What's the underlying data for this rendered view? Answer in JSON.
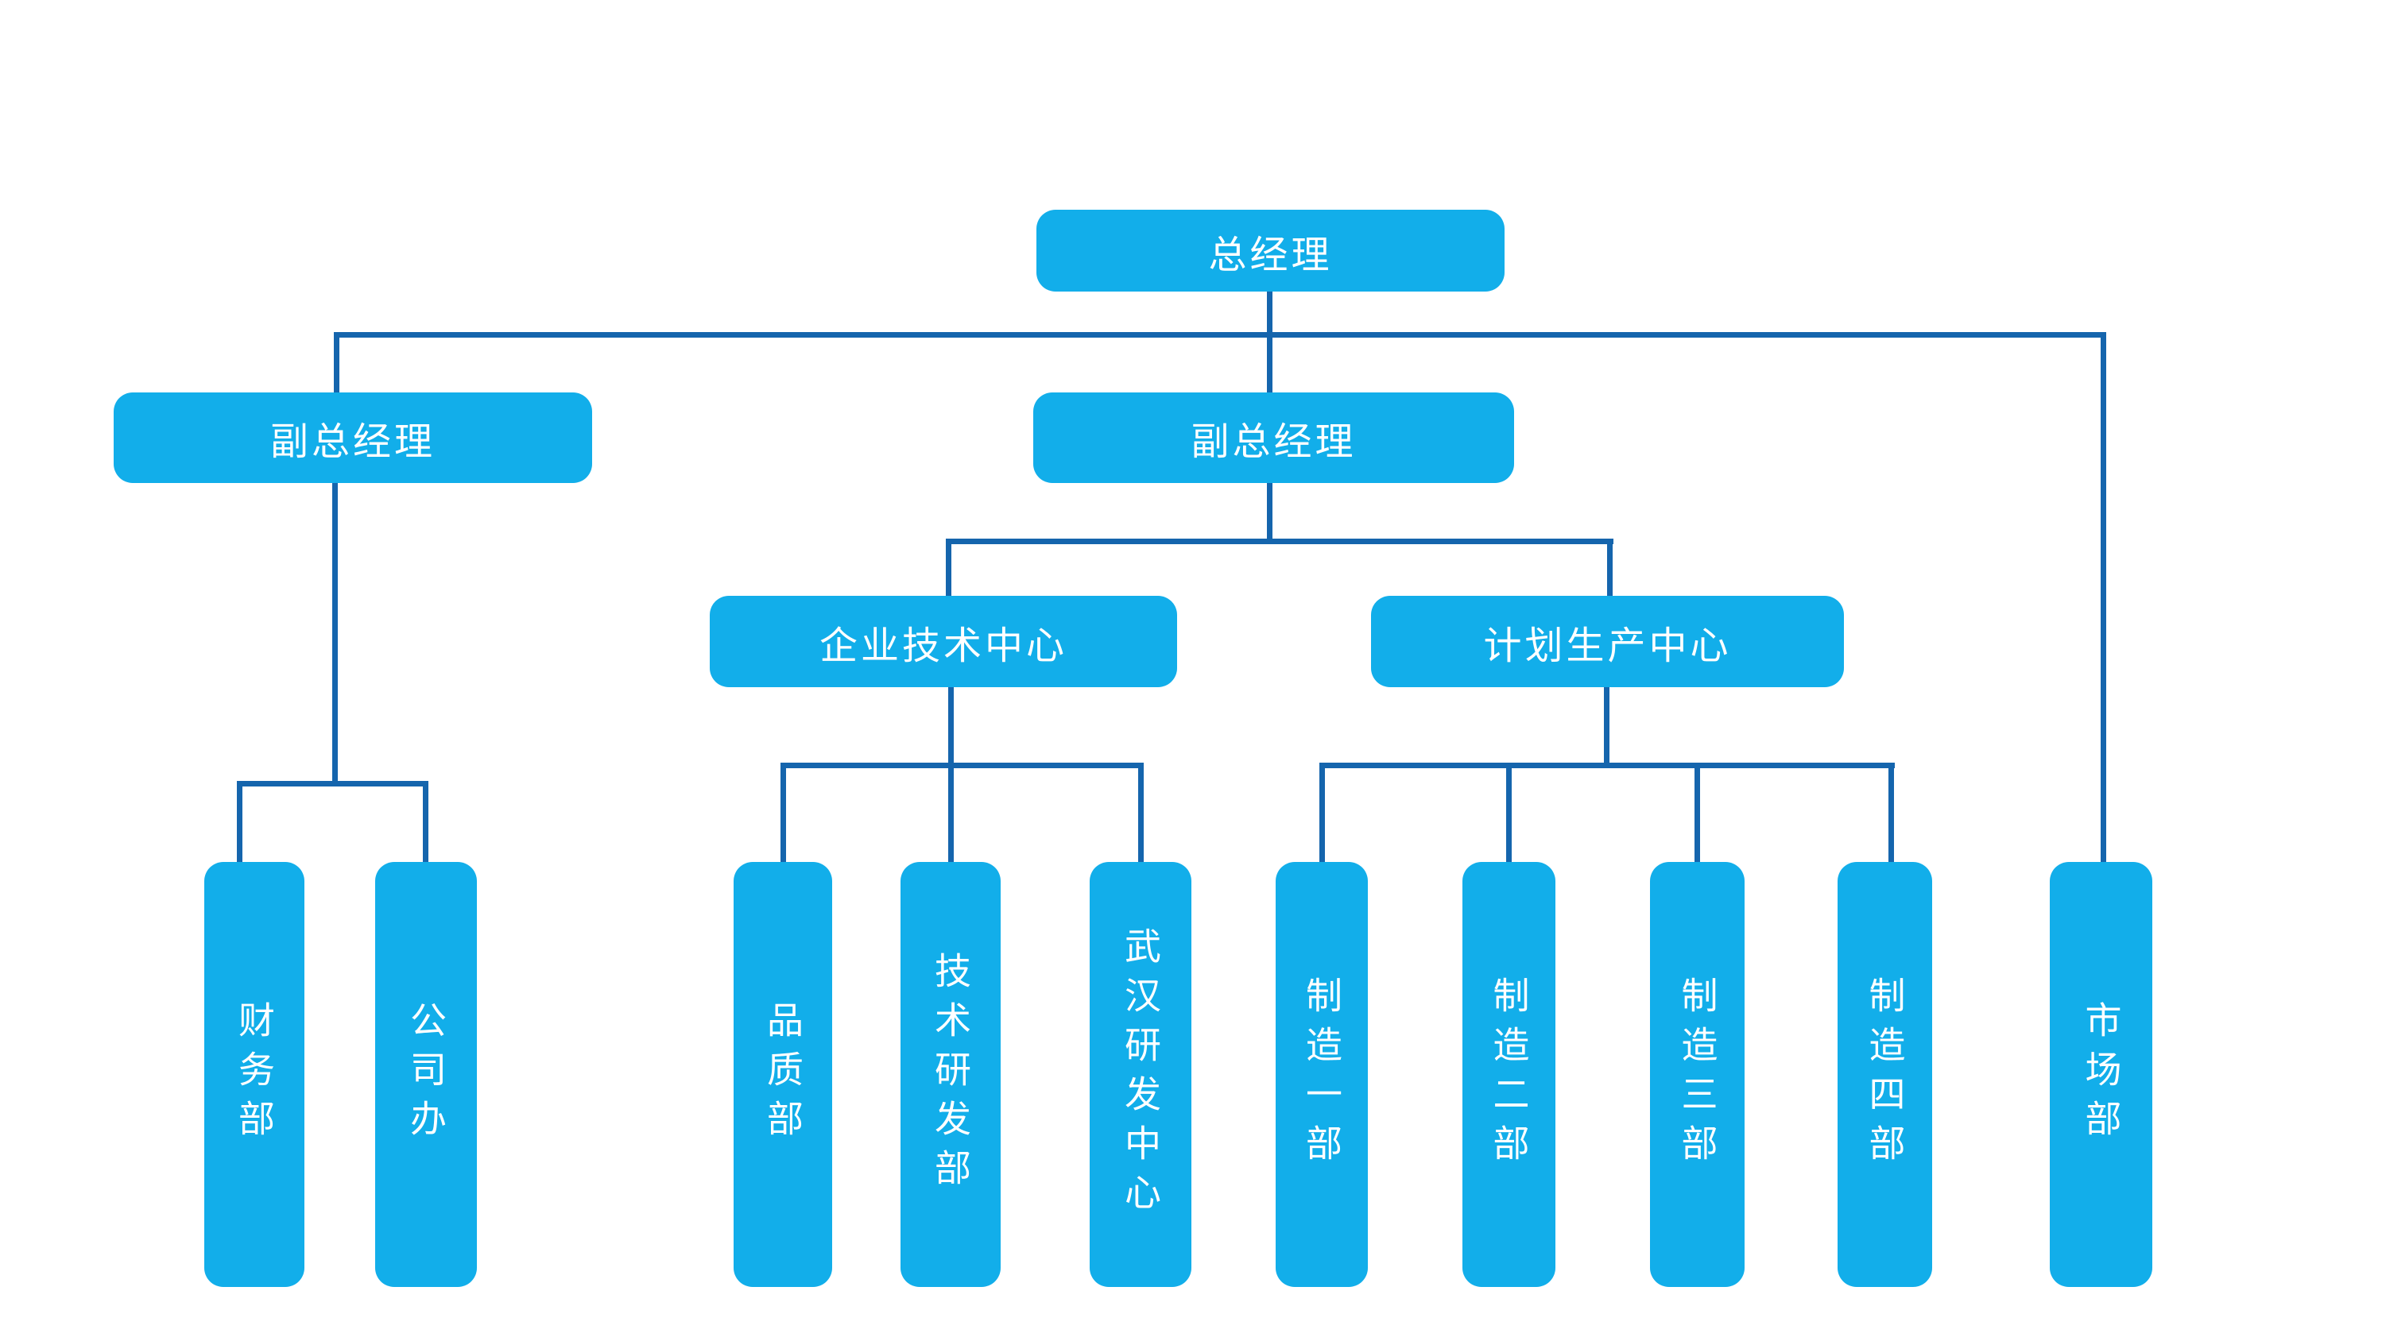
{
  "org_chart": {
    "root": {
      "label": "总经理"
    },
    "deputies": [
      {
        "label": "副总经理"
      },
      {
        "label": "副总经理"
      }
    ],
    "centers": [
      {
        "label": "企业技术中心"
      },
      {
        "label": "计划生产中心"
      }
    ],
    "departments": [
      {
        "label": "财务部"
      },
      {
        "label": "公司办"
      },
      {
        "label": "品质部"
      },
      {
        "label": "技术研发部"
      },
      {
        "label": "武汉研发中心"
      },
      {
        "label": "制造一部"
      },
      {
        "label": "制造二部"
      },
      {
        "label": "制造三部"
      },
      {
        "label": "制造四部"
      },
      {
        "label": "市场部"
      }
    ],
    "colors": {
      "node_fill": "#12aeea",
      "connector": "#1565ad",
      "node_text": "#ffffff",
      "background": "#ffffff"
    }
  }
}
